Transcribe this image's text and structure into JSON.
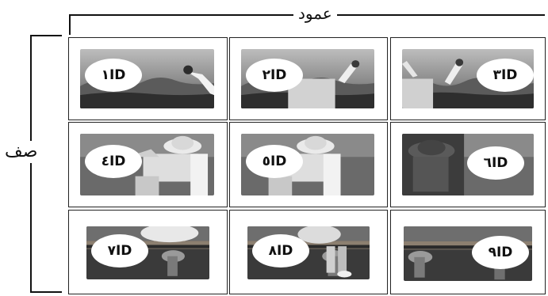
{
  "labels": {
    "column": "عمود",
    "row": "صف"
  },
  "grid": {
    "rows": 3,
    "columns": 3
  },
  "cells": [
    {
      "id_label": "١ID",
      "scene": "sky-hand"
    },
    {
      "id_label": "٢ID",
      "scene": "arms-up"
    },
    {
      "id_label": "٣ID",
      "scene": "arms-up-edge"
    },
    {
      "id_label": "٤ID",
      "scene": "hat-crouch"
    },
    {
      "id_label": "٥ID",
      "scene": "hat-crouch-center"
    },
    {
      "id_label": "٦ID",
      "scene": "hat-dark"
    },
    {
      "id_label": "٧ID",
      "scene": "bench"
    },
    {
      "id_label": "٨ID",
      "scene": "bench-legs"
    },
    {
      "id_label": "٩ID",
      "scene": "bench-empty"
    }
  ]
}
